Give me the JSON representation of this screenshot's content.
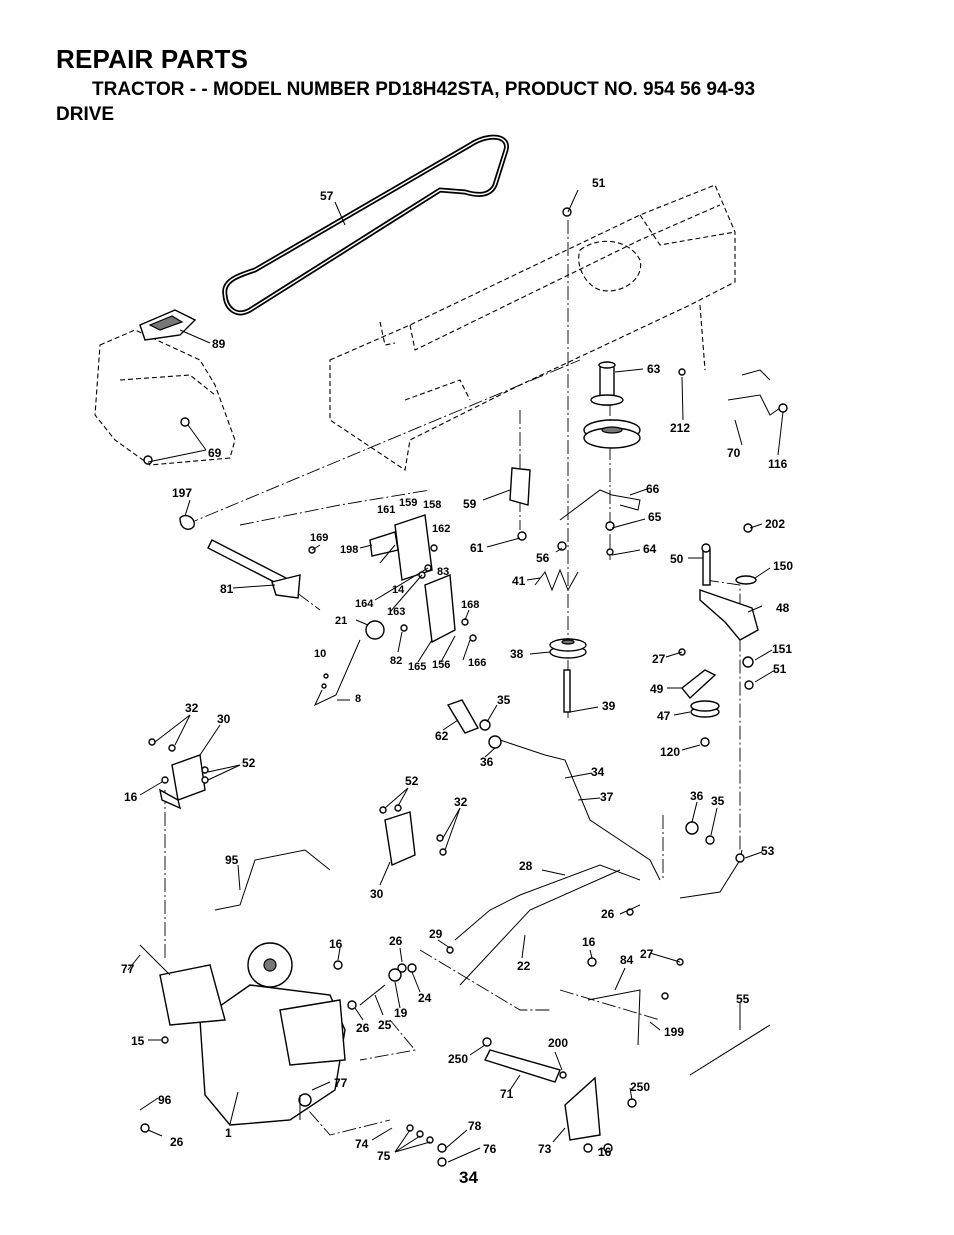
{
  "header": {
    "title": "REPAIR PARTS",
    "subtitle": "TRACTOR - - MODEL NUMBER PD18H42STA, PRODUCT NO. 954 56 94-93",
    "section": "DRIVE"
  },
  "page_number": "34",
  "callouts": {
    "c1": "1",
    "c8": "8",
    "c10": "10",
    "c14": "14",
    "c15": "15",
    "c16a": "16",
    "c16b": "16",
    "c16c": "16",
    "c16d": "16",
    "c19": "19",
    "c21": "21",
    "c22": "22",
    "c24": "24",
    "c25": "25",
    "c26a": "26",
    "c26b": "26",
    "c26c": "26",
    "c26d": "26",
    "c27a": "27",
    "c27b": "27",
    "c28": "28",
    "c29": "29",
    "c30a": "30",
    "c30b": "30",
    "c32a": "32",
    "c32b": "32",
    "c34": "34",
    "c35a": "35",
    "c35b": "35",
    "c36a": "36",
    "c36b": "36",
    "c37": "37",
    "c38": "38",
    "c39": "39",
    "c41": "41",
    "c47": "47",
    "c48": "48",
    "c49": "49",
    "c50": "50",
    "c51a": "51",
    "c51b": "51",
    "c52a": "52",
    "c52b": "52",
    "c53": "53",
    "c55": "55",
    "c56": "56",
    "c57": "57",
    "c59": "59",
    "c61": "61",
    "c62": "62",
    "c63": "63",
    "c64": "64",
    "c65": "65",
    "c66": "66",
    "c69": "69",
    "c70": "70",
    "c71": "71",
    "c73": "73",
    "c74": "74",
    "c75": "75",
    "c76": "76",
    "c77a": "77",
    "c77b": "77",
    "c78": "78",
    "c81": "81",
    "c82": "82",
    "c83": "83",
    "c84": "84",
    "c89": "89",
    "c95": "95",
    "c96": "96",
    "c116": "116",
    "c120": "120",
    "c150": "150",
    "c151": "151",
    "c156": "156",
    "c158": "158",
    "c159": "159",
    "c161": "161",
    "c162": "162",
    "c163": "163",
    "c164": "164",
    "c165": "165",
    "c166": "166",
    "c168": "168",
    "c169": "169",
    "c197": "197",
    "c198": "198",
    "c199": "199",
    "c200": "200",
    "c202": "202",
    "c212": "212",
    "c250a": "250",
    "c250b": "250"
  }
}
